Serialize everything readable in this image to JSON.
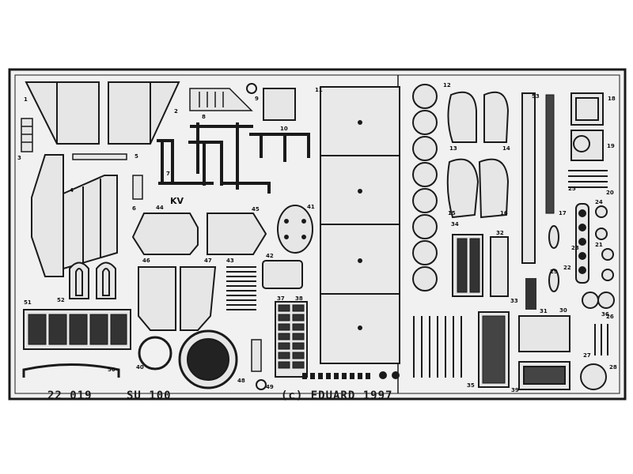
{
  "fret": {
    "catalog_number": "22 019",
    "model": "SU 100",
    "copyright": "(c) EDUARD 1997",
    "logo_text": "KV",
    "colors": {
      "metal": "#e9e9e9",
      "ink": "#1a1a1a",
      "background": "#ffffff"
    }
  },
  "part_numbers": [
    "1",
    "2",
    "3",
    "4",
    "5",
    "6",
    "7",
    "8",
    "9",
    "10",
    "11",
    "12",
    "13",
    "14",
    "15",
    "16",
    "17",
    "18",
    "19",
    "20",
    "21",
    "22",
    "23",
    "24",
    "25",
    "26",
    "27",
    "28",
    "29",
    "30",
    "31",
    "32",
    "33",
    "34",
    "35",
    "36",
    "37",
    "38",
    "39",
    "40",
    "41",
    "42",
    "43",
    "44",
    "45",
    "46",
    "47",
    "48",
    "49",
    "50",
    "51",
    "52",
    "53"
  ]
}
